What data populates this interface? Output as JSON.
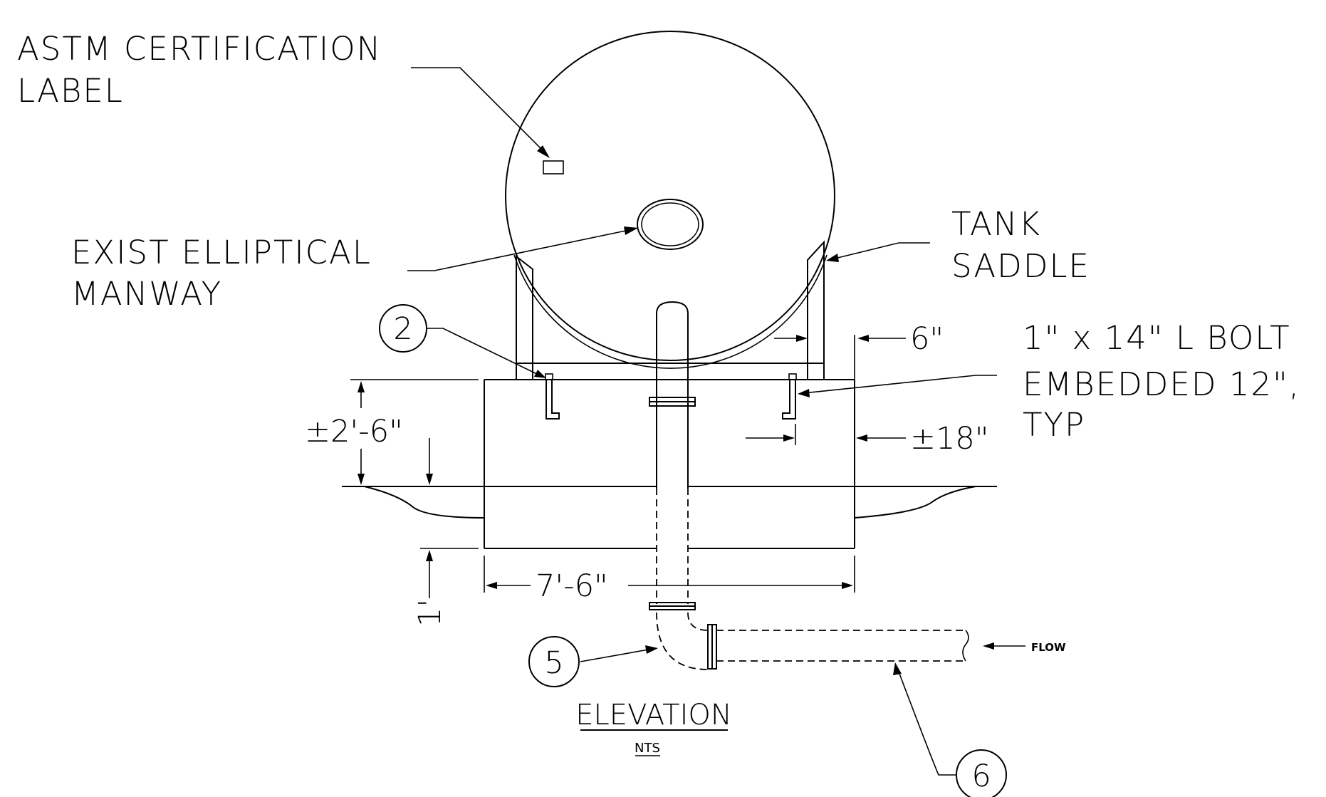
{
  "labels": {
    "astm_line1": "ASTM CERTIFICATION",
    "astm_line2": "LABEL",
    "manway_line1": "EXIST ELLIPTICAL",
    "manway_line2": "MANWAY",
    "saddle_line1": "TANK",
    "saddle_line2": "SADDLE",
    "bolt_line1": "1\" x 14\" L BOLT",
    "bolt_line2": "EMBEDDED 12\",",
    "bolt_line3": "TYP",
    "flow": "FLOW"
  },
  "dimensions": {
    "saddle_width": "6\"",
    "slab_height": "±2'-6\"",
    "bolt_edge": "±18\"",
    "slab_length": "7'-6\"",
    "below_grade": "1'"
  },
  "callouts": {
    "c2": "2",
    "c5": "5",
    "c6": "6"
  },
  "title": {
    "main": "ELEVATION",
    "sub": "NTS"
  }
}
